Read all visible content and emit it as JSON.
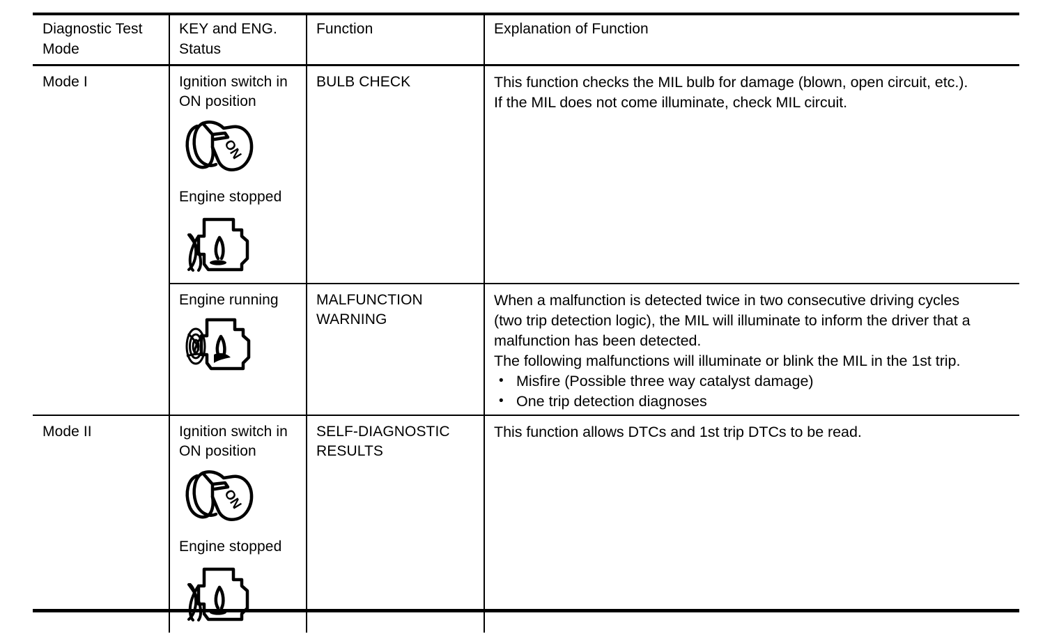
{
  "table": {
    "headers": {
      "mode": "Diagnostic Test\nMode",
      "status": "KEY and ENG.\nStatus",
      "function": "Function",
      "explanation": "Explanation of Function"
    },
    "rows": [
      {
        "mode": "Mode I",
        "status_primary": "Ignition switch in\nON position",
        "status_secondary": "Engine stopped",
        "status_icon_primary": "ignition-key-on-icon",
        "status_icon_secondary": "engine-stopped-icon",
        "function": "BULB CHECK",
        "explanation": "This function checks the MIL bulb for damage (blown, open circuit, etc.).\nIf the MIL does not come illuminate, check MIL circuit.",
        "bullets": []
      },
      {
        "mode": "",
        "status_primary": "Engine running",
        "status_secondary": "",
        "status_icon_primary": "engine-running-icon",
        "status_icon_secondary": "",
        "function": "MALFUNCTION\nWARNING",
        "explanation": "When a malfunction is detected twice in two consecutive driving cycles\n(two trip detection logic), the MIL will illuminate to inform the driver that a\nmalfunction has been detected.\nThe following malfunctions will illuminate or blink the MIL in the 1st trip.",
        "bullets": [
          "Misfire (Possible three way catalyst damage)",
          "One trip detection diagnoses"
        ]
      },
      {
        "mode": "Mode II",
        "status_primary": "Ignition switch in\nON position",
        "status_secondary": "Engine stopped",
        "status_icon_primary": "ignition-key-on-icon",
        "status_icon_secondary": "engine-stopped-icon",
        "function": "SELF-DIAGNOSTIC\nRESULTS",
        "explanation": "This function allows DTCs and 1st trip DTCs to be read.",
        "bullets": []
      }
    ]
  },
  "icons": {
    "ignition_key_label": "ON",
    "ignition_key_name": "ignition-key-on-icon",
    "engine_stopped_name": "engine-stopped-icon",
    "engine_running_name": "engine-running-icon"
  },
  "colors": {
    "ink": "#000000",
    "paper": "#ffffff"
  }
}
